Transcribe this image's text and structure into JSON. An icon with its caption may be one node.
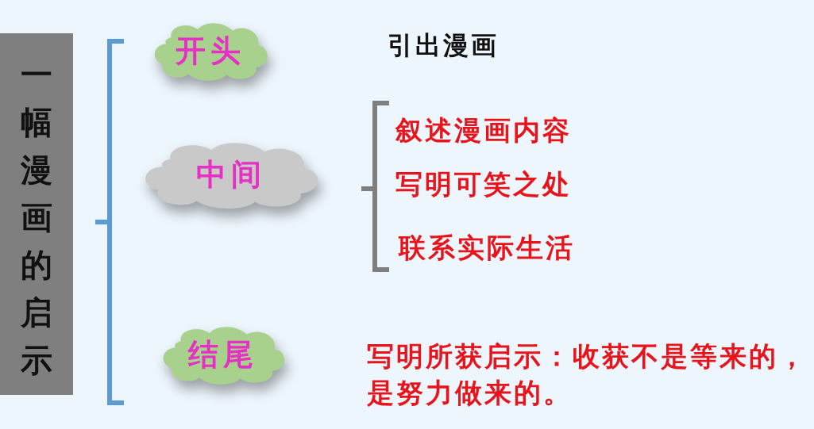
{
  "diagram": {
    "nodes": [
      {
        "text": [
          "一幅漫画的启示"
        ]
      },
      {
        "text": [
          "开头"
        ]
      },
      {
        "text": [
          "中间"
        ]
      },
      {
        "text": [
          "结尾"
        ]
      }
    ],
    "labels": [
      "引出漫画",
      "叙述漫画内容",
      "写明可笑之处",
      "联系实际生活",
      "写明所获启示：收获不是等来的，是努力做来的。"
    ]
  }
}
